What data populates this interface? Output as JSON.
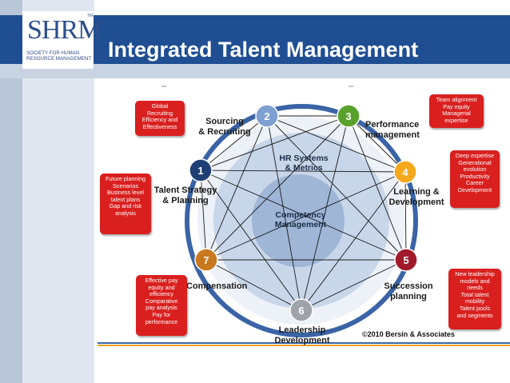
{
  "slide": {
    "title": "Integrated Talent Management",
    "logo": {
      "mark": "SHRM",
      "trademark": "TM",
      "tagline_lines": [
        "SOCIETY FOR HUMAN",
        "RESOURCE MANAGEMENT"
      ]
    },
    "copyright": "©2010 Bersin & Associates"
  },
  "colors": {
    "header": "#1f4e92",
    "ring": "#3a64a6",
    "box": "#d9201f",
    "accent_line": "#f0a01c"
  },
  "diagram": {
    "center": {
      "outer_lines": [
        "HR Systems",
        "& Metrics"
      ],
      "inner_lines": [
        "Competency",
        "Management"
      ]
    },
    "nodes": [
      {
        "number": "1",
        "label_lines": [
          "Talent Strategy",
          "& Planning"
        ],
        "color": "#1f3f74"
      },
      {
        "number": "2",
        "label_lines": [
          "Sourcing",
          "& Recruiting"
        ],
        "color": "#7ea0d2"
      },
      {
        "number": "3",
        "label_lines": [
          "Performance",
          "management"
        ],
        "color": "#5aa12b"
      },
      {
        "number": "4",
        "label_lines": [
          "Learning &",
          "Development"
        ],
        "color": "#f5a81c"
      },
      {
        "number": "5",
        "label_lines": [
          "Succession",
          "planning"
        ],
        "color": "#a11a2c"
      },
      {
        "number": "6",
        "label_lines": [
          "Leadership",
          "Development"
        ],
        "color": "#9ea3ab"
      },
      {
        "number": "7",
        "label_lines": [
          "Compensation"
        ],
        "color": "#c8781e"
      }
    ],
    "callouts": [
      {
        "id": "sourcing",
        "lines": [
          "Global",
          "Recruiting",
          "Efficiency and",
          "Effectiveness"
        ]
      },
      {
        "id": "performance",
        "lines": [
          "Team alignment",
          "Pay equity",
          "Managerial",
          "expertise"
        ]
      },
      {
        "id": "strategy",
        "lines": [
          "Future planning",
          "Scenarios",
          "Business level",
          "talent plans",
          "Gap and risk",
          "analysis"
        ]
      },
      {
        "id": "learning",
        "lines": [
          "Deep expertise",
          "Generational",
          "evolution",
          "Productivity",
          "Career",
          "Development"
        ]
      },
      {
        "id": "compensation",
        "lines": [
          "Effective pay",
          "equity and",
          "efficiency",
          "Comparative",
          "pay analysis",
          "Pay for",
          "performance"
        ]
      },
      {
        "id": "succession",
        "lines": [
          "New leadership",
          "models and",
          "needs",
          "Total talent",
          "mobility",
          "Talent pools",
          "and segments"
        ]
      }
    ]
  }
}
